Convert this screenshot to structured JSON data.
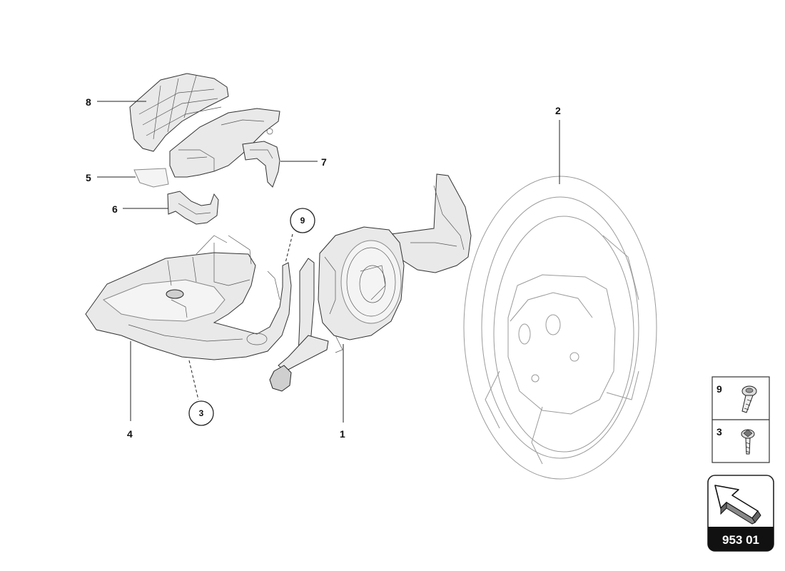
{
  "callouts": {
    "p1": "1",
    "p2": "2",
    "p3": "3",
    "p4": "4",
    "p5": "5",
    "p6": "6",
    "p7": "7",
    "p8": "8",
    "p9": "9"
  },
  "legend": {
    "row1_number": "9",
    "row2_number": "3"
  },
  "reference_badge": {
    "code": "953 01"
  },
  "icons": {
    "navigation": "arrow-icon",
    "fastener_9": "screw-icon",
    "fastener_3": "screw-icon"
  }
}
